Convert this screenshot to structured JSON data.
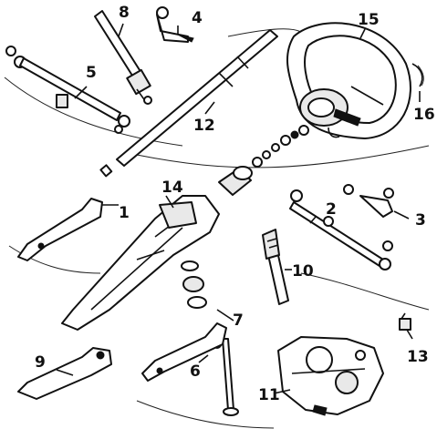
{
  "callouts": {
    "n1": "1",
    "n2": "2",
    "n3": "3",
    "n4": "4",
    "n5": "5",
    "n6": "6",
    "n7": "7",
    "n8": "8",
    "n9": "9",
    "n10": "10",
    "n11": "11",
    "n12": "12",
    "n13": "13",
    "n14": "14",
    "n15": "15",
    "n16": "16"
  },
  "colors": {
    "ink": "#111111",
    "paper": "#ffffff"
  }
}
